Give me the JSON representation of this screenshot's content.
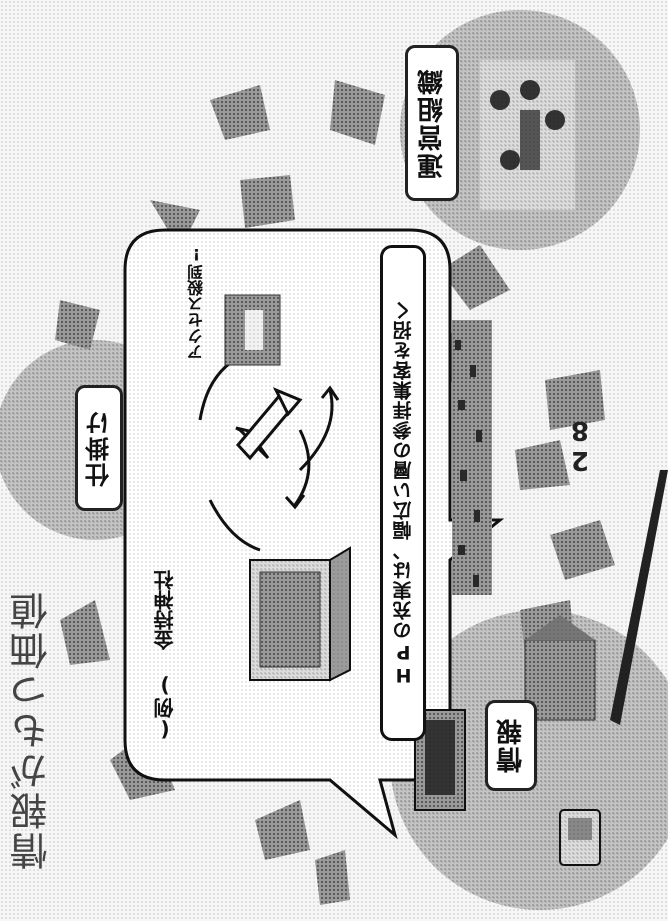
{
  "slide": {
    "title": "情報がもつ価値",
    "page_number": "28"
  },
  "circles": {
    "top_left": {
      "label": "仕掛け"
    },
    "top_right": {
      "label": "運営組織"
    },
    "bottom": {
      "label": "情報"
    }
  },
  "bubble": {
    "example": "(例) 金持神社",
    "access": "アクセス殺到!",
    "caption": "HPの充実は、幅広い層の参拝集客を招く"
  },
  "colors": {
    "circle_gray": "#bdbdbd",
    "shard_gray": "#8a8a8a",
    "outline": "#111111"
  },
  "icons": [
    "laptop-icon",
    "cycle-arrows-icon",
    "shrine-photo",
    "crowd-photo",
    "meeting-photo",
    "house-photo",
    "phone-icon"
  ]
}
